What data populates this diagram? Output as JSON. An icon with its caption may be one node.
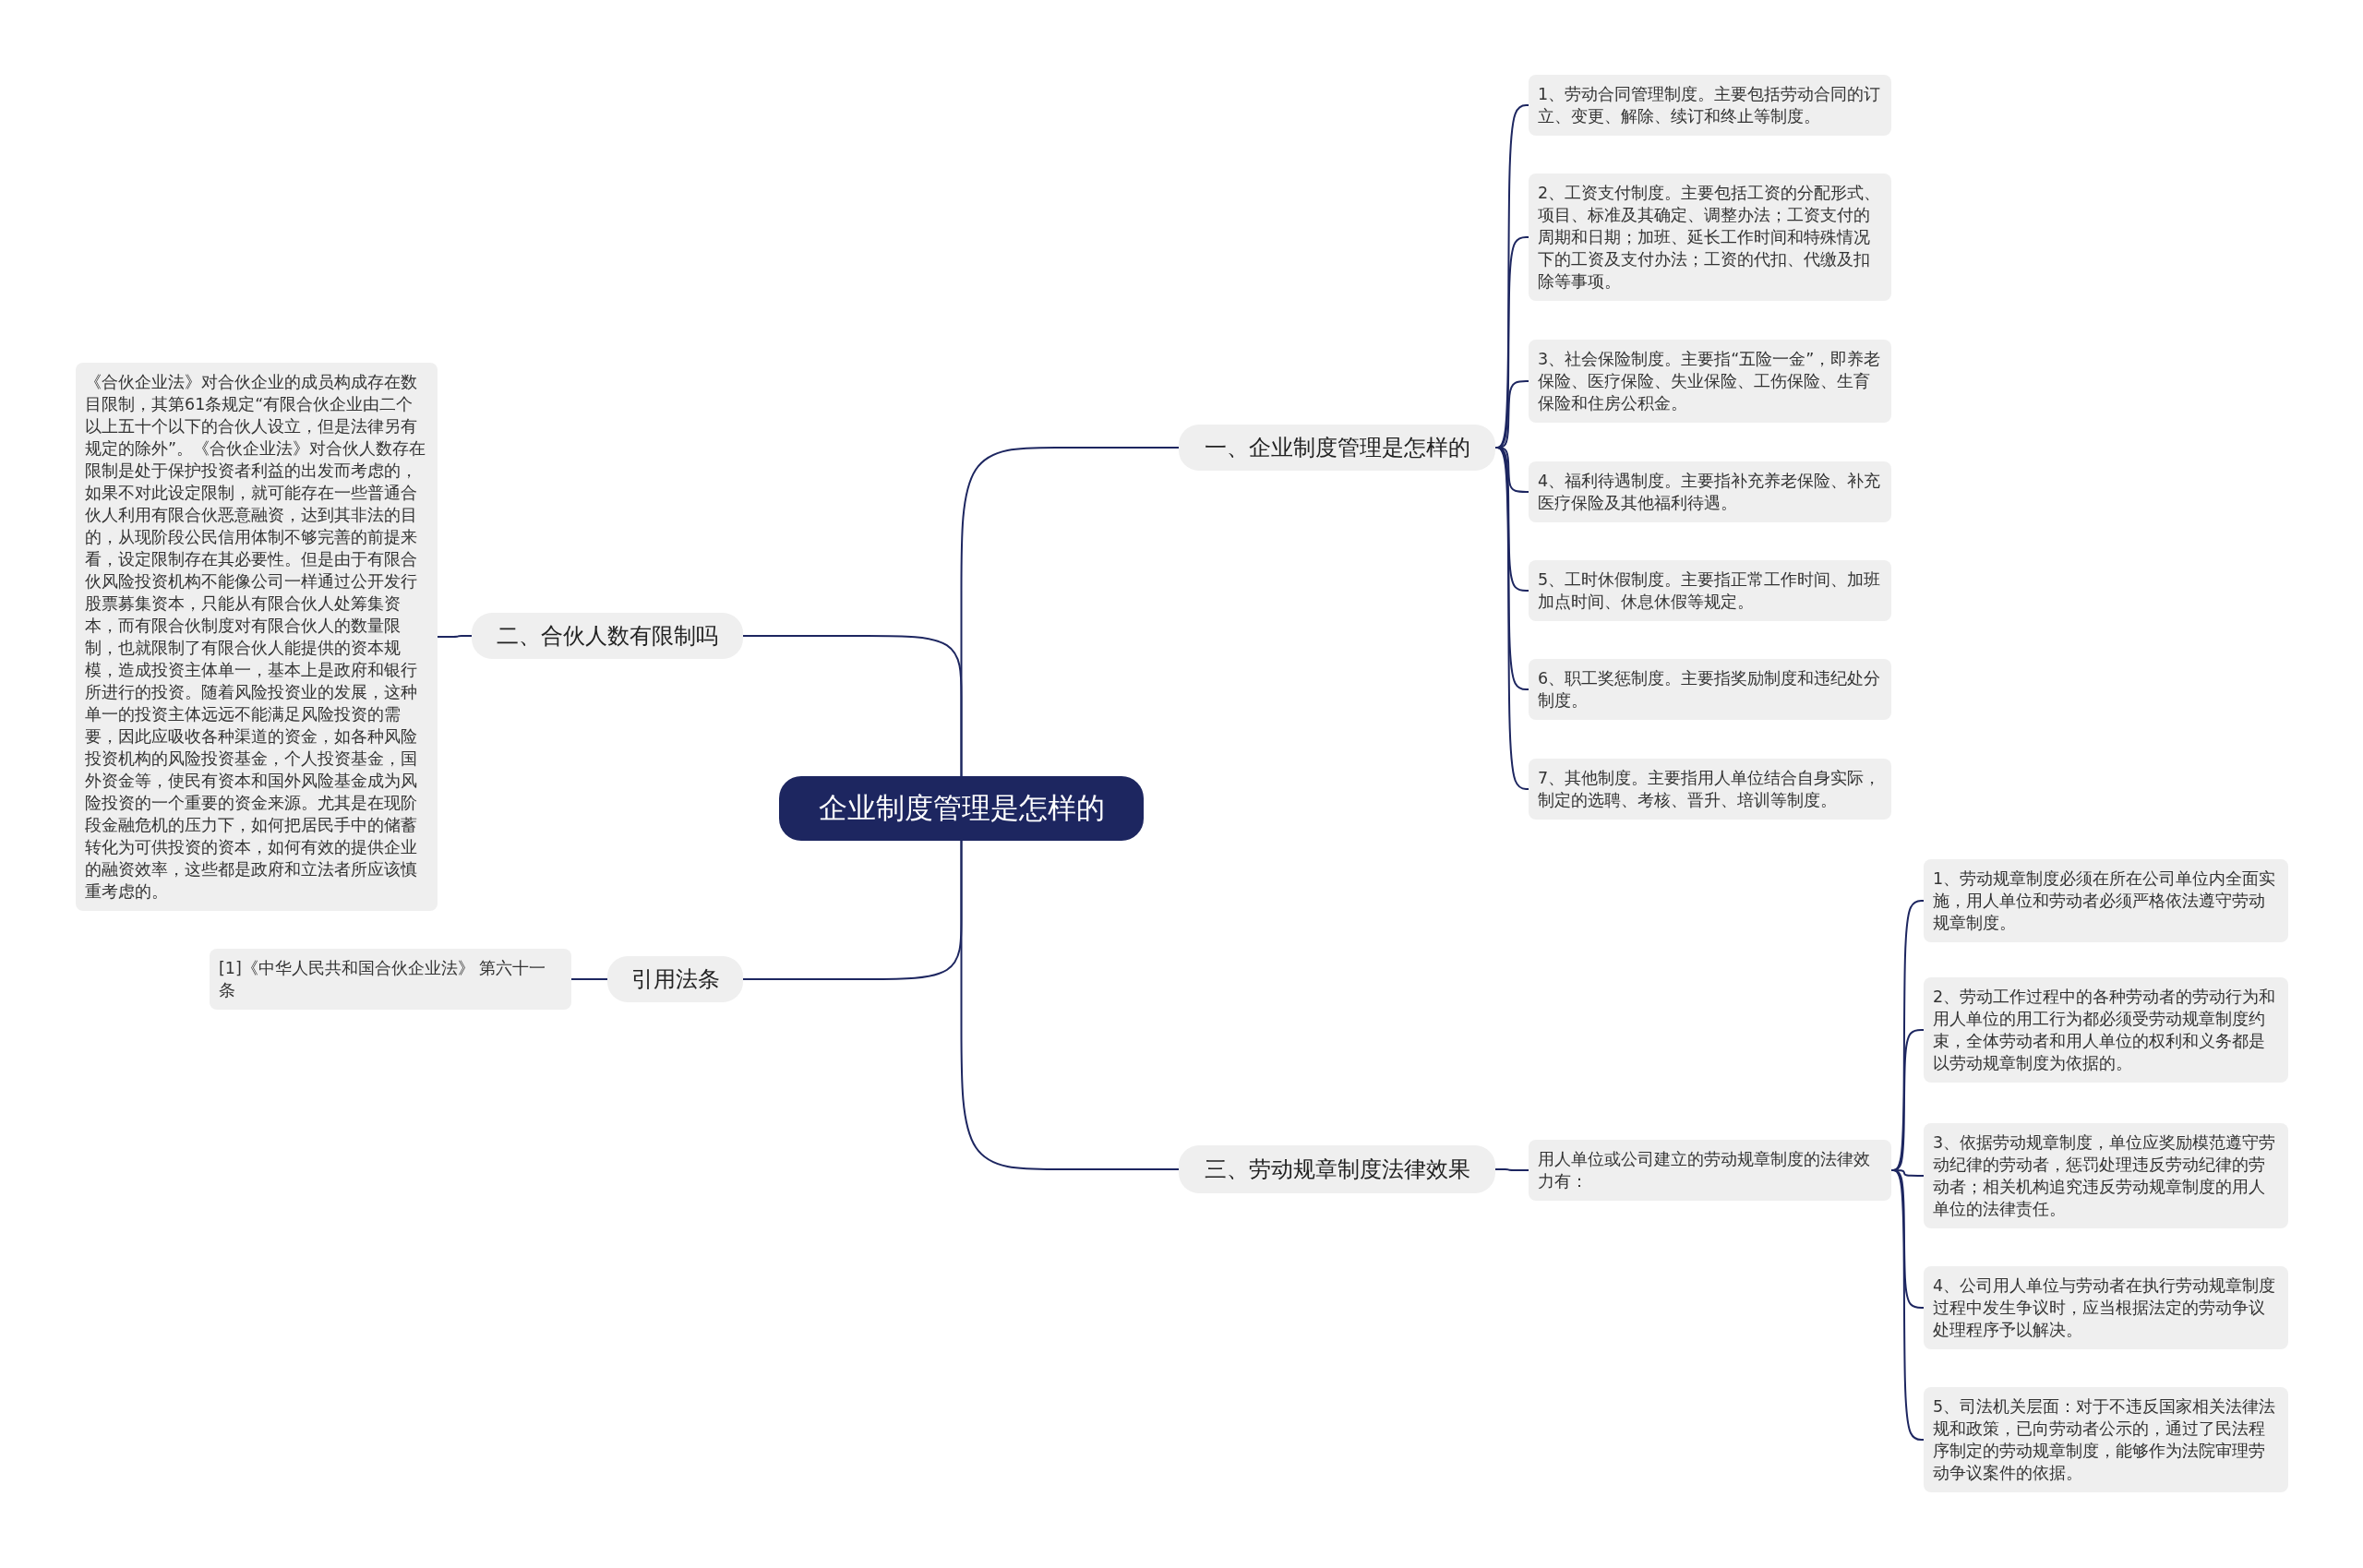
{
  "diagram": {
    "nodes": [
      {
        "text": [
          "企业制度管理是怎样的"
        ]
      },
      {
        "text": [
          "一、企业制度管理是怎样的"
        ]
      },
      {
        "text": [
          "1、劳动合同管理制度。主要包括劳动合同的订立、变更、解除、续订和终止等制度。"
        ]
      },
      {
        "text": [
          "2、工资支付制度。主要包括工资的分配形式、项目、标准及其确定、调整办法；工资支付的周期和日期；加班、延长工作时间和特殊情况下的工资及支付办法；工资的代扣、代缴及扣除等事项。"
        ]
      },
      {
        "text": [
          "3、社会保险制度。主要指“五险一金”，即养老保险、医疗保险、失业保险、工伤保险、生育保险和住房公积金。"
        ]
      },
      {
        "text": [
          "4、福利待遇制度。主要指补充养老保险、补充医疗保险及其他福利待遇。"
        ]
      },
      {
        "text": [
          "5、工时休假制度。主要指正常工作时间、加班加点时间、休息休假等规定。"
        ]
      },
      {
        "text": [
          "6、职工奖惩制度。主要指奖励制度和违纪处分制度。"
        ]
      },
      {
        "text": [
          "7、其他制度。主要指用人单位结合自身实际，制定的选聘、考核、晋升、培训等制度。"
        ]
      },
      {
        "text": [
          "二、合伙人数有限制吗"
        ]
      },
      {
        "text": [
          "《合伙企业法》对合伙企业的成员构成存在数目限制，其第61条规定“有限合伙企业由二个以上五十个以下的合伙人设立，但是法律另有规定的除外”。《合伙企业法》对合伙人数存在限制是处于保护投资者利益的出发而考虑的，如果不对此设定限制，就可能存在一些普通合伙人利用有限合伙恶意融资，达到其非法的目的，从现阶段公民信用体制不够完善的前提来看，设定限制存在其必要性。但是由于有限合伙风险投资机构不能像公司一样通过公开发行股票募集资本，只能从有限合伙人处筹集资本，而有限合伙制度对有限合伙人的数量限制，也就限制了有限合伙人能提供的资本规模，造成投资主体单一，基本上是政府和银行所进行的投资。随着风险投资业的发展，这种单一的投资主体远远不能满足风险投资的需要，因此应吸收各种渠道的资金，如各种风险投资机构的风险投资基金，个人投资基金，国外资金等，使民有资本和国外风险基金成为风险投资的一个重要的资金来源。尤其是在现阶段金融危机的压力下，如何把居民手中的储蓄转化为可供投资的资本，如何有效的提供企业的融资效率，这些都是政府和立法者所应该慎重考虑的。"
        ]
      },
      {
        "text": [
          "引用法条"
        ]
      },
      {
        "text": [
          "[1]《中华人民共和国合伙企业法》 第六十一条"
        ]
      },
      {
        "text": [
          "三、劳动规章制度法律效果"
        ]
      },
      {
        "text": [
          "用人单位或公司建立的劳动规章制度的法律效力有："
        ]
      },
      {
        "text": [
          "1、劳动规章制度必须在所在公司单位内全面实施，用人单位和劳动者必须严格依法遵守劳动规章制度。"
        ]
      },
      {
        "text": [
          "2、劳动工作过程中的各种劳动者的劳动行为和用人单位的用工行为都必须受劳动规章制度约束，全体劳动者和用人单位的权利和义务都是以劳动规章制度为依据的。"
        ]
      },
      {
        "text": [
          "3、依据劳动规章制度，单位应奖励模范遵守劳动纪律的劳动者，惩罚处理违反劳动纪律的劳动者；相关机构追究违反劳动规章制度的用人单位的法律责任。"
        ]
      },
      {
        "text": [
          "4、公司用人单位与劳动者在执行劳动规章制度过程中发生争议时，应当根据法定的劳动争议处理程序予以解决。"
        ]
      },
      {
        "text": [
          "5、司法机关层面：对于不违反国家相关法律法规和政策，已向劳动者公示的，通过了民法程序制定的劳动规章制度，能够作为法院审理劳动争议案件的依据。"
        ]
      }
    ],
    "edges": [
      {
        "from": 0,
        "to": 1,
        "arrow": "none"
      },
      {
        "from": 1,
        "to": 2,
        "arrow": "none"
      },
      {
        "from": 1,
        "to": 3,
        "arrow": "none"
      },
      {
        "from": 1,
        "to": 4,
        "arrow": "none"
      },
      {
        "from": 1,
        "to": 5,
        "arrow": "none"
      },
      {
        "from": 1,
        "to": 6,
        "arrow": "none"
      },
      {
        "from": 1,
        "to": 7,
        "arrow": "none"
      },
      {
        "from": 1,
        "to": 8,
        "arrow": "none"
      },
      {
        "from": 0,
        "to": 9,
        "arrow": "none"
      },
      {
        "from": 9,
        "to": 10,
        "arrow": "none"
      },
      {
        "from": 0,
        "to": 11,
        "arrow": "none"
      },
      {
        "from": 11,
        "to": 12,
        "arrow": "none"
      },
      {
        "from": 0,
        "to": 13,
        "arrow": "none"
      },
      {
        "from": 13,
        "to": 14,
        "arrow": "none"
      },
      {
        "from": 14,
        "to": 15,
        "arrow": "none"
      },
      {
        "from": 14,
        "to": 16,
        "arrow": "none"
      },
      {
        "from": 14,
        "to": 17,
        "arrow": "none"
      },
      {
        "from": 14,
        "to": 18,
        "arrow": "none"
      },
      {
        "from": 14,
        "to": 19,
        "arrow": "none"
      }
    ]
  }
}
